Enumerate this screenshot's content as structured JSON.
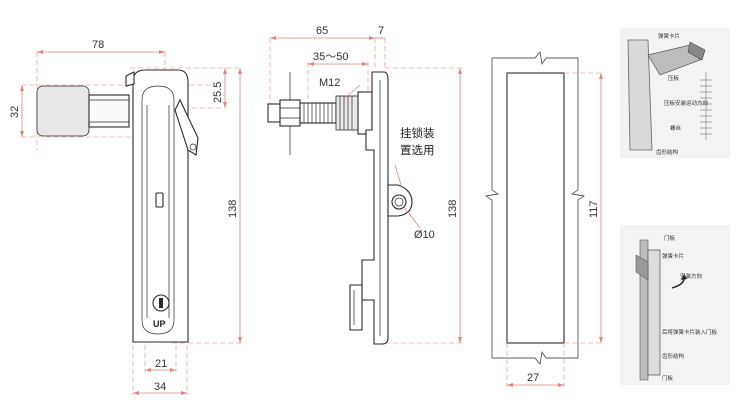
{
  "front_view": {
    "dim_width": "78",
    "dim_grip": "32",
    "dim_top": "25.5",
    "dim_height": "138",
    "dim_body_width": "21",
    "dim_base_width": "34",
    "up_label": "UP"
  },
  "side_view": {
    "dim_length": "65",
    "dim_offset": "7",
    "dim_range": "35～50",
    "thread": "M12",
    "note_line1": "挂锁装",
    "note_line2": "置选用",
    "hole": "Ø10",
    "dim_height": "138"
  },
  "cutout_view": {
    "dim_height": "117",
    "dim_width": "27"
  },
  "install_photo_top": {
    "labels": [
      "弹簧卡片",
      "压板",
      "压板安装运动方向",
      "螺丝",
      "齿形结构"
    ]
  },
  "install_photo_bottom": {
    "labels": [
      "门板",
      "弹簧卡片",
      "安装方向",
      "后将弹簧卡片装入门板",
      "齿形结构",
      "门板"
    ]
  }
}
